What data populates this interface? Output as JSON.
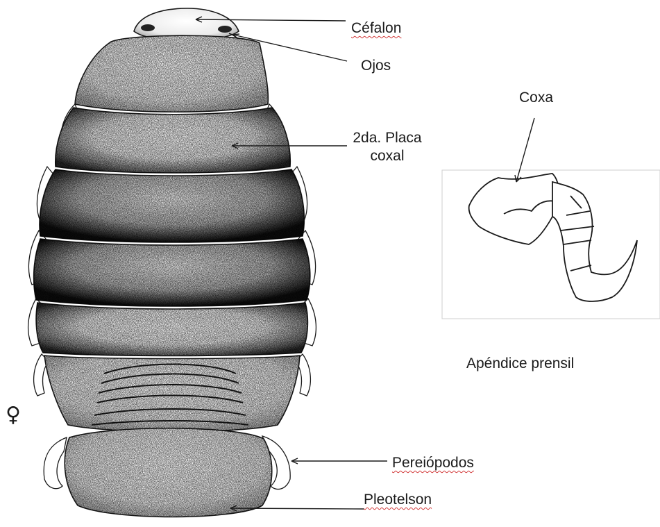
{
  "labels": {
    "cefalon": "Céfalon",
    "ojos": "Ojos",
    "placa_coxal_line1": "2da. Placa",
    "placa_coxal_line2": "coxal",
    "coxa": "Coxa",
    "apendice": "Apéndice prensil",
    "pereiopodos": "Pereiópodos",
    "pleotelson": "Pleotelson",
    "female_symbol": "♀"
  },
  "colors": {
    "ink": "#1a1a1a",
    "spellcheck_underline": "#d23a3a",
    "inset_border": "#cfcfcf"
  }
}
